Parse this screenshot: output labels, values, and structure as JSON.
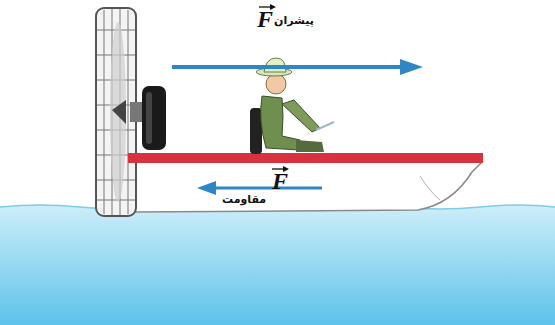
{
  "diagram": {
    "labels": [
      "F",
      "پیشران",
      "F",
      "مقاومت"
    ]
  }
}
